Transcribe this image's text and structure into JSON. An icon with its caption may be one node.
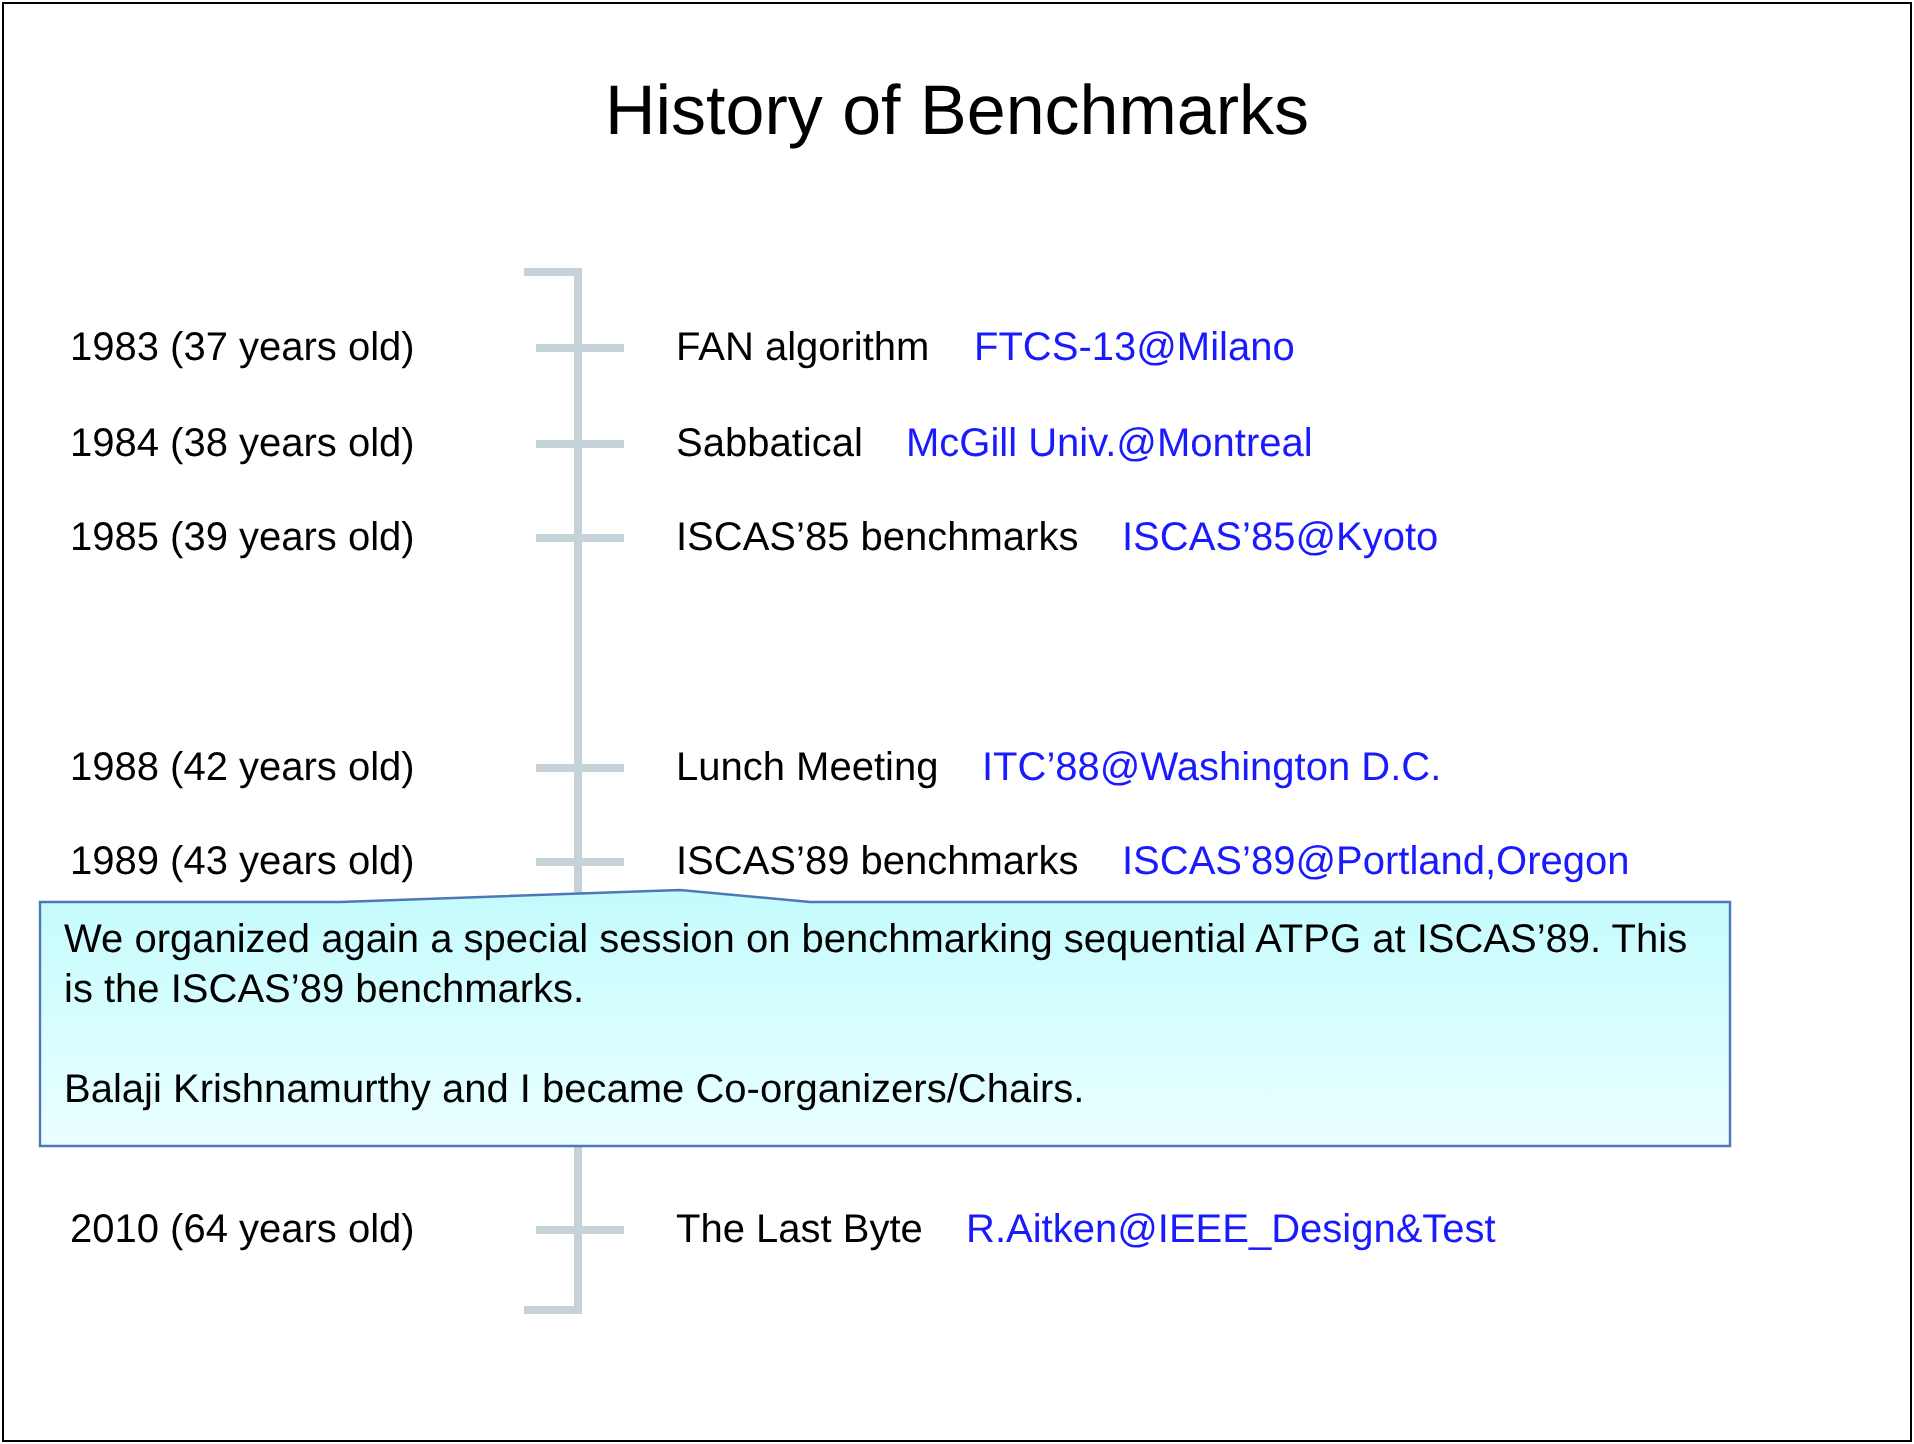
{
  "diagram": {
    "title": "History of Benchmarks",
    "nodes": [
      {
        "text": [
          "We organized again a special session on benchmarking sequential ATPG at ISCAS’89.  This is the ISCAS’89 benchmarks.",
          "Balaji Krishnamurthy and I became Co-organizers/Chairs."
        ]
      }
    ],
    "labels": [
      "1983 (37 years old)",
      "FAN algorithm",
      "FTCS-13@Milano",
      "1984 (38 years old)",
      "Sabbatical",
      "McGill Univ.@Montreal",
      "1985 (39 years old)",
      "ISCAS’85 benchmarks",
      "ISCAS’85@Kyoto",
      "1988 (42 years old)",
      "Lunch Meeting",
      "ITC’88@Washington D.C.",
      "1989 (43 years old)",
      "ISCAS’89 benchmarks",
      "ISCAS’89@Portland,Oregon",
      "2010 (64 years old)",
      "The Last Byte",
      "R.Aitken@IEEE_Design&Test"
    ]
  }
}
